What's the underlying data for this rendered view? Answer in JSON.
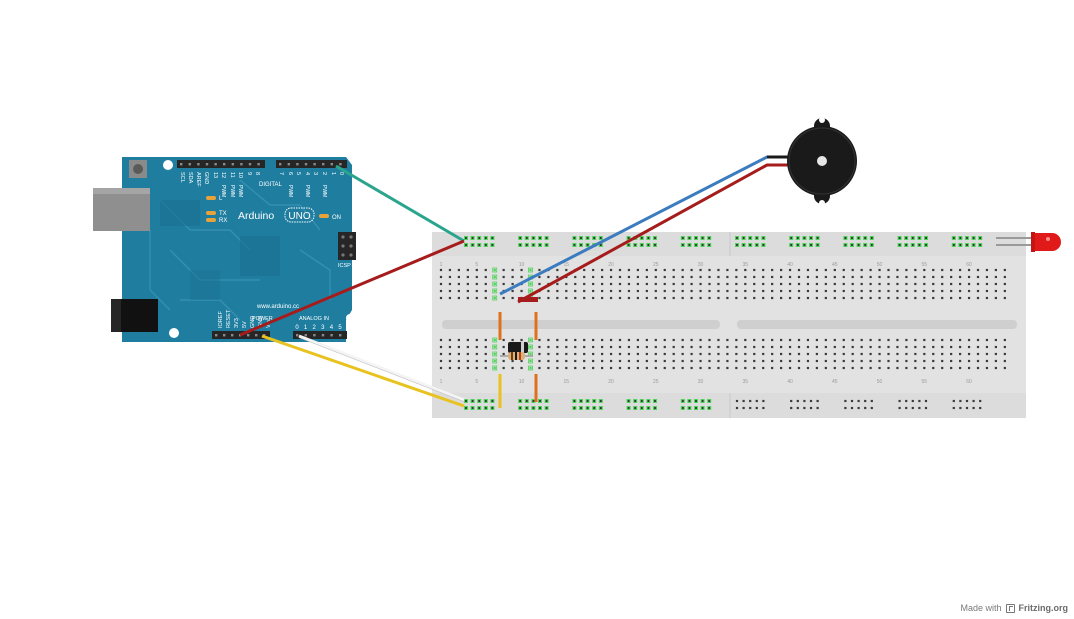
{
  "arduino": {
    "brand": "Arduino",
    "model": "UNO",
    "digital_label": "DIGITAL",
    "pin_labels_top": [
      "SCL",
      "SDA",
      "AREF",
      "GND",
      "13",
      "12",
      "11",
      "10",
      "9",
      "8",
      "7",
      "6",
      "5",
      "4",
      "3",
      "2",
      "1",
      "0"
    ],
    "tx_label": "TX",
    "rx_label": "RX",
    "l_label": "L",
    "on_label": "ON",
    "icsp_label": "ICSP",
    "website": "www.arduino.cc",
    "power_label": "POWER",
    "analog_label": "ANALOG IN",
    "power_pins": [
      "IOREF",
      "RESET",
      "3V3",
      "5V",
      "GND",
      "GND",
      "Vin"
    ],
    "analog_pins": [
      "0",
      "1",
      "2",
      "3",
      "4",
      "5"
    ],
    "pwm_label": "PWM"
  },
  "breadboard": {
    "column_numbers": [
      "1",
      "5",
      "10",
      "15",
      "20",
      "25",
      "30",
      "35",
      "40",
      "45",
      "50",
      "55",
      "60"
    ]
  },
  "wires": {
    "teal": "#2aa58d",
    "red": "#a61c1c",
    "blue": "#3b7bbf",
    "yellow": "#e8c21e",
    "white": "#f4f4f4",
    "orange": "#e0701f",
    "black": "#1a1a1a"
  },
  "colors": {
    "board": "#1f7ea0",
    "breadboard": "#e2e2e2",
    "hole_green": "#4fd35a",
    "led": "#e01919"
  },
  "footer": {
    "prefix": "Made with",
    "brand": "Fritzing.org"
  }
}
